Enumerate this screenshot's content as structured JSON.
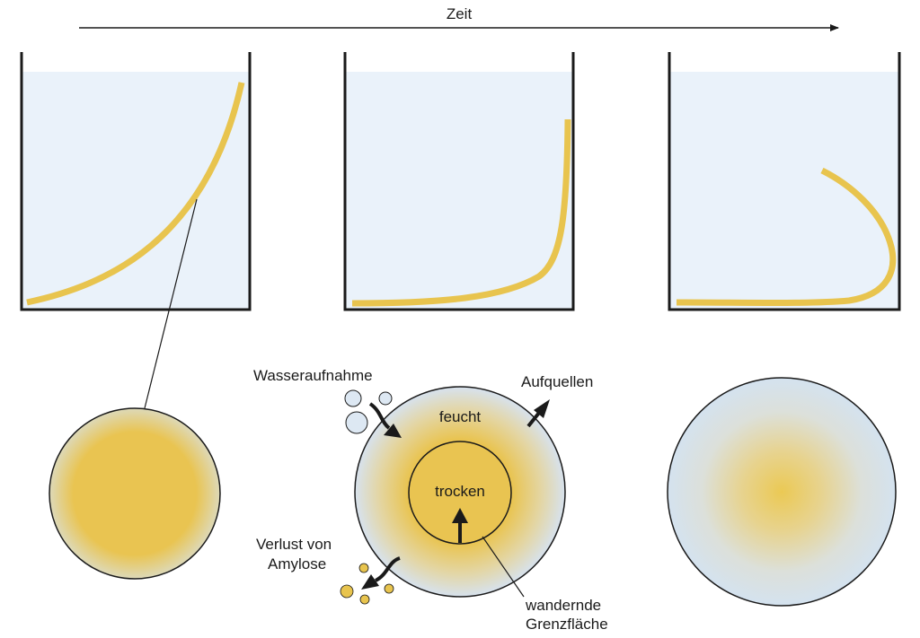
{
  "time_axis": {
    "label": "Zeit"
  },
  "labels": {
    "water_uptake": "Wasseraufnahme",
    "swelling": "Aufquellen",
    "moist": "feucht",
    "dry": "trocken",
    "amylose_loss_line1": "Verlust von",
    "amylose_loss_line2": "Amylose",
    "boundary_line1": "wandernde",
    "boundary_line2": "Grenzfläche"
  },
  "colors": {
    "water": "#EAF2FA",
    "noodle": "#E8C44E",
    "core": "#E9C451",
    "moist_edge": "#D7E2EE",
    "outline": "#1A1A1A",
    "bubble_fill": "#DDE8F3",
    "amylose_dot": "#E8C44E"
  },
  "icons": {
    "time_arrow": "arrow-right",
    "water_uptake_arrow": "curved-arrow",
    "swelling_arrow": "arrow-outward",
    "boundary_arrow": "arrow-up",
    "amylose_arrow": "curved-arrow"
  }
}
